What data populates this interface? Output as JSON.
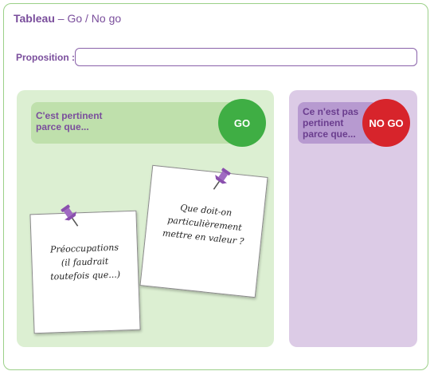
{
  "header": {
    "title_bold": "Tableau",
    "title_rest": " – Go / No go"
  },
  "proposition": {
    "label": "Proposition :",
    "value": "",
    "placeholder": ""
  },
  "go_panel": {
    "heading": "C'est pertinent parce que...",
    "button_label": "GO",
    "color": "#3fae44"
  },
  "nogo_panel": {
    "heading": "Ce n'est pas pertinent parce que...",
    "button_label": "NO GO",
    "color": "#d7242b"
  },
  "notes": [
    {
      "text": "Préoccupations\n(il faudrait\ntoutefois que...)",
      "icon": "pushpin-icon"
    },
    {
      "text": "Que doit-on\nparticulièrement\nmettre en valeur ?",
      "icon": "pushpin-icon"
    }
  ],
  "colors": {
    "accent_purple": "#7a4e9c",
    "go_bg": "#dcefd2",
    "nogo_bg": "#dccbe6",
    "pin": "#9a62b8"
  }
}
